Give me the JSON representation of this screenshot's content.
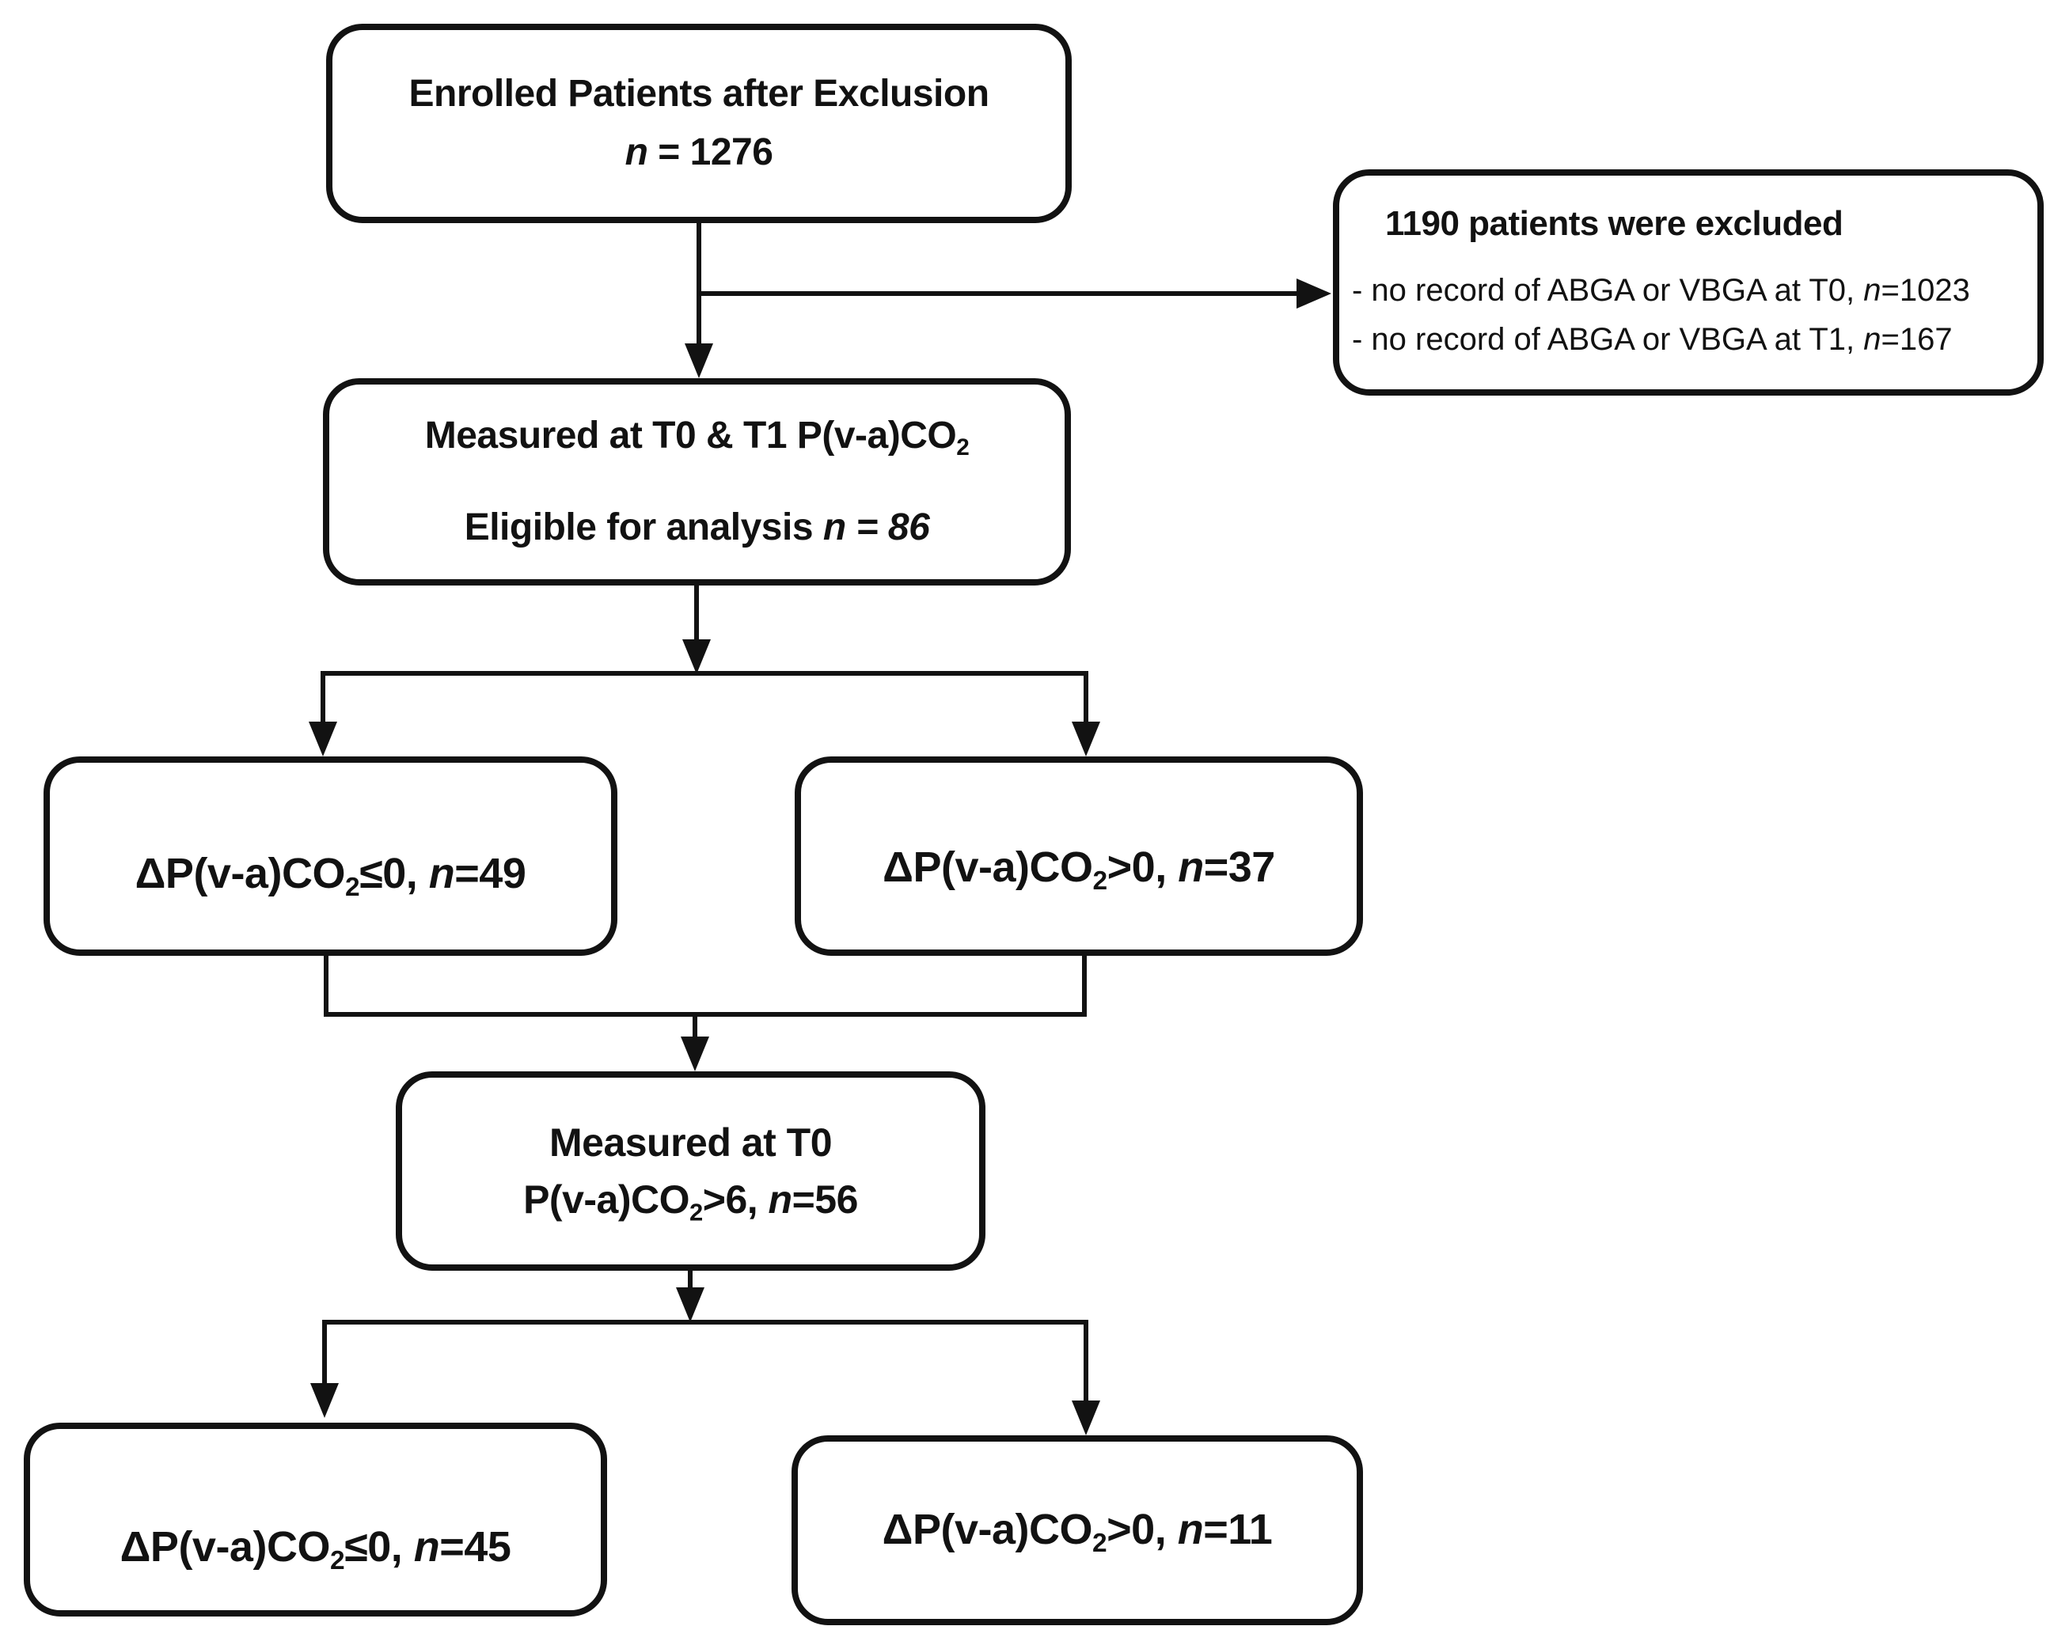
{
  "diagram": {
    "title_semantic": "Patient enrollment flow diagram",
    "colors": {
      "line": "#121212",
      "background": "#ffffff"
    },
    "boxes": {
      "enrolled": {
        "line1": "Enrolled Patients after Exclusion",
        "n_italic": "n",
        "n_rest": " = 1276"
      },
      "excluded": {
        "title": "1190 patients were excluded",
        "items": [
          {
            "pre": "- no record of ABGA or VBGA at T0, ",
            "n": "n",
            "post": "=1023"
          },
          {
            "pre": "- no record of ABGA or VBGA at T1, ",
            "n": "n",
            "post": "=167"
          }
        ]
      },
      "eligible": {
        "line1_pre": "Measured at T0 & T1 P(v-a)CO",
        "line1_sub": "2",
        "line2_pre": "Eligible for analysis ",
        "line2_italic": "n = 86"
      },
      "left1": {
        "pre": "ΔP(v-a)CO",
        "sub": "2",
        "mid": "≤0, ",
        "n": "n",
        "post": "=49"
      },
      "right1": {
        "pre": "ΔP(v-a)CO",
        "sub": "2",
        "mid": ">0, ",
        "n": "n",
        "post": "=37"
      },
      "measured_t0": {
        "line1": "Measured at T0",
        "line2_pre": "P(v-a)CO",
        "line2_sub": "2",
        "line2_mid": ">6, ",
        "line2_n": "n",
        "line2_post": "=56"
      },
      "left2": {
        "pre": "ΔP(v-a)CO",
        "sub": "2",
        "mid": "≤0, ",
        "n": "n",
        "post": "=45"
      },
      "right2": {
        "pre": "ΔP(v-a)CO",
        "sub": "2",
        "mid": ">0, ",
        "n": "n",
        "post": "=11"
      }
    }
  }
}
